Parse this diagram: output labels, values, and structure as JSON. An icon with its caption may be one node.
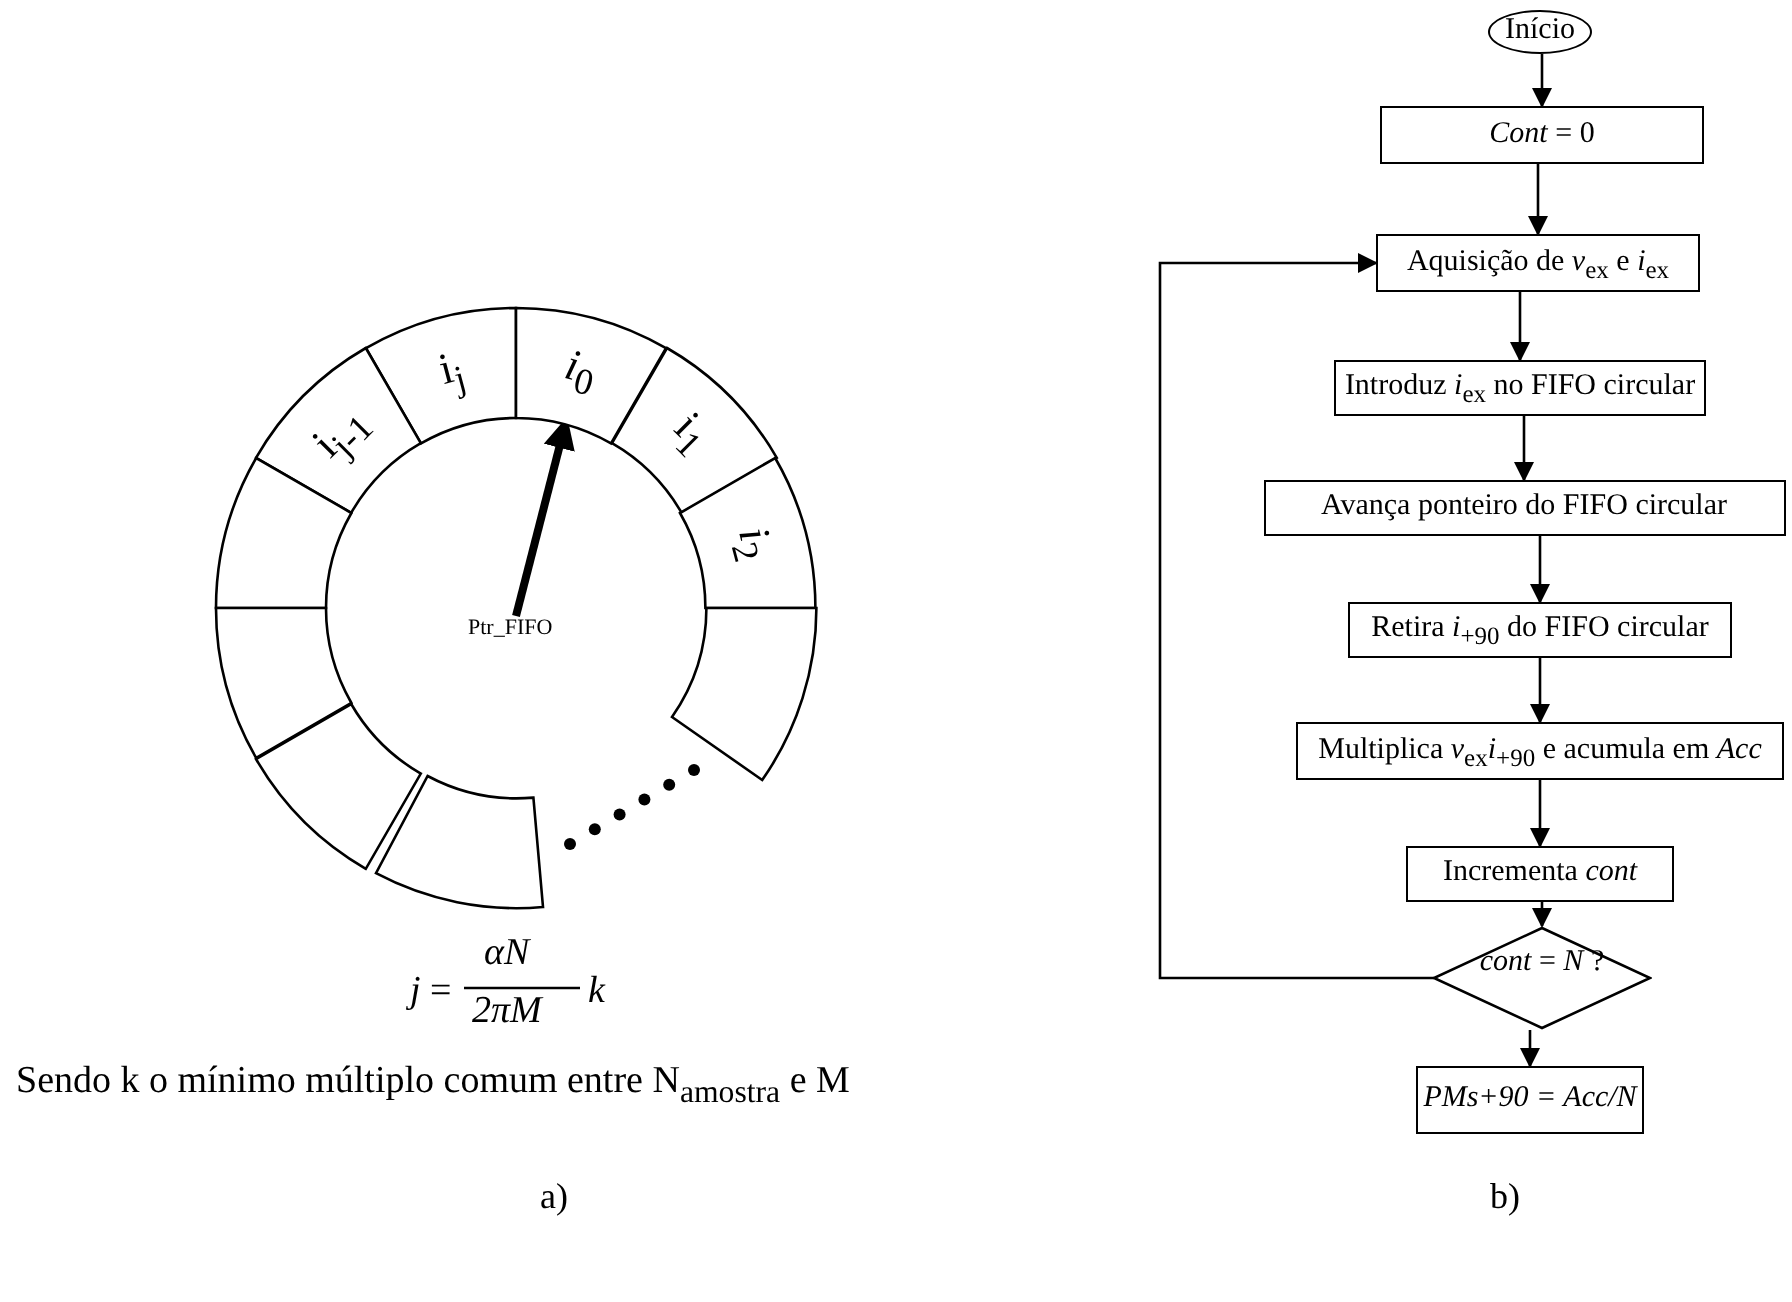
{
  "diagram": {
    "nodes": [
      {
        "text": [
          "i$_{j}$"
        ]
      },
      {
        "text": [
          "*i*$_{0}$"
        ]
      },
      {
        "text": [
          "i$_{j-1}$"
        ]
      },
      {
        "text": [
          "i$_{1}$"
        ]
      },
      {
        "text": [
          "*i*$_{2}$"
        ]
      },
      {
        "text": [],
        "shape": "box"
      },
      {
        "text": [
          "Ptr_FIFO"
        ]
      },
      {
        "text": [],
        "shape": "box"
      },
      {
        "text": [],
        "shape": "box"
      },
      {
        "text": [],
        "shape": "box"
      },
      {
        "text": [],
        "shape": "box"
      },
      {
        "text": [
          "Início"
        ]
      },
      {
        "text": [
          "*Cont* = 0"
        ]
      },
      {
        "text": [
          "Aquisição de *v*$_{ex}$ e *i*$_{ex}$"
        ]
      },
      {
        "text": [
          "Introduz *i*$_{ex}$ no FIFO circular"
        ]
      },
      {
        "text": [
          "Avança ponteiro do FIFO circular"
        ]
      },
      {
        "text": [
          "Retira *i*$_{+90}$ do FIFO circular"
        ]
      },
      {
        "text": [
          "Multiplica *v*$_{ex}$*i*$_{+90}$ e acumula em *Acc*"
        ]
      },
      {
        "text": [
          "Incrementa *cont*"
        ]
      },
      {
        "text": [
          "*cont* = *N* ?"
        ]
      },
      {
        "text": [
          "PMs+90 = Acc/N"
        ]
      }
    ],
    "edges": [
      {
        "from": 6,
        "to": 1,
        "arrow": "to",
        "style": "thick"
      },
      {
        "from": 11,
        "to": 12,
        "arrow": "to"
      },
      {
        "from": 12,
        "to": 13,
        "arrow": "to"
      },
      {
        "from": 13,
        "to": 14,
        "arrow": "to"
      },
      {
        "from": 14,
        "to": 15,
        "arrow": "to"
      },
      {
        "from": 15,
        "to": 16,
        "arrow": "to"
      },
      {
        "from": 16,
        "to": 17,
        "arrow": "to"
      },
      {
        "from": 17,
        "to": 18,
        "arrow": "to"
      },
      {
        "from": 18,
        "to": 19,
        "arrow": "to"
      },
      {
        "from": 19,
        "to": 13,
        "arrow": "to"
      },
      {
        "from": 19,
        "to": 20,
        "arrow": "to"
      }
    ],
    "labels": [
      "*j* =",
      "*αN*",
      "2πM",
      "*k*",
      "Sendo k o mínimo múltiplo comum entre N$_{amostra}$ e M",
      "a)",
      "b)"
    ]
  }
}
